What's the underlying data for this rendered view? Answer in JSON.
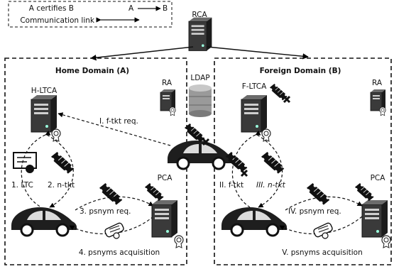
{
  "legend": {
    "certifies": "A certifies B",
    "a": "A",
    "b": "B",
    "link": "Communication link"
  },
  "rca": "RCA",
  "home": {
    "title": "Home Domain (A)",
    "ltca": "H-LTCA",
    "ra": "RA",
    "pca": "PCA",
    "ldap": "LDAP",
    "step1": "1. LTC",
    "step2": "2. n-tkt",
    "step3": "3. psnym req.",
    "step4": "4. psnyms acquisition"
  },
  "foreign": {
    "title": "Foreign Domain (B)",
    "ltca": "F-LTCA",
    "ra": "RA",
    "pca": "PCA",
    "step2": "II. f-tkt",
    "step3": "III. n-tkt",
    "step4": "IV. psnym req.",
    "step5": "V. psnyms acquisition"
  },
  "cross": {
    "step1": "I. f-tkt req."
  }
}
